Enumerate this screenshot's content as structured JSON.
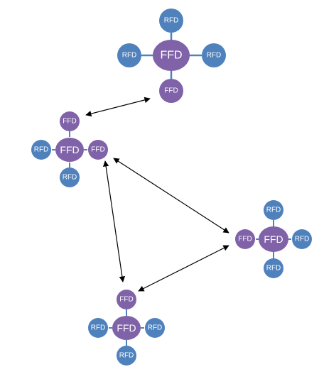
{
  "colors": {
    "ffd": "#8062A8",
    "rfd": "#4F81BD",
    "arrow": "#000000",
    "link": "#4F81BD"
  },
  "labels": {
    "ffd": "FFD",
    "rfd": "RFD"
  },
  "clusters": [
    {
      "name": "cluster-top",
      "center": "FFD",
      "neighbors": {
        "top": "RFD",
        "left": "RFD",
        "right": "RFD",
        "bottom": "FFD"
      }
    },
    {
      "name": "cluster-left",
      "center": "FFD",
      "neighbors": {
        "top": "FFD",
        "left": "RFD",
        "right": "FFD",
        "bottom": "RFD"
      }
    },
    {
      "name": "cluster-right",
      "center": "FFD",
      "neighbors": {
        "top": "RFD",
        "left": "FFD",
        "right": "RFD",
        "bottom": "RFD"
      }
    },
    {
      "name": "cluster-bottom",
      "center": "FFD",
      "neighbors": {
        "top": "FFD",
        "left": "RFD",
        "right": "RFD",
        "bottom": "RFD"
      }
    }
  ]
}
